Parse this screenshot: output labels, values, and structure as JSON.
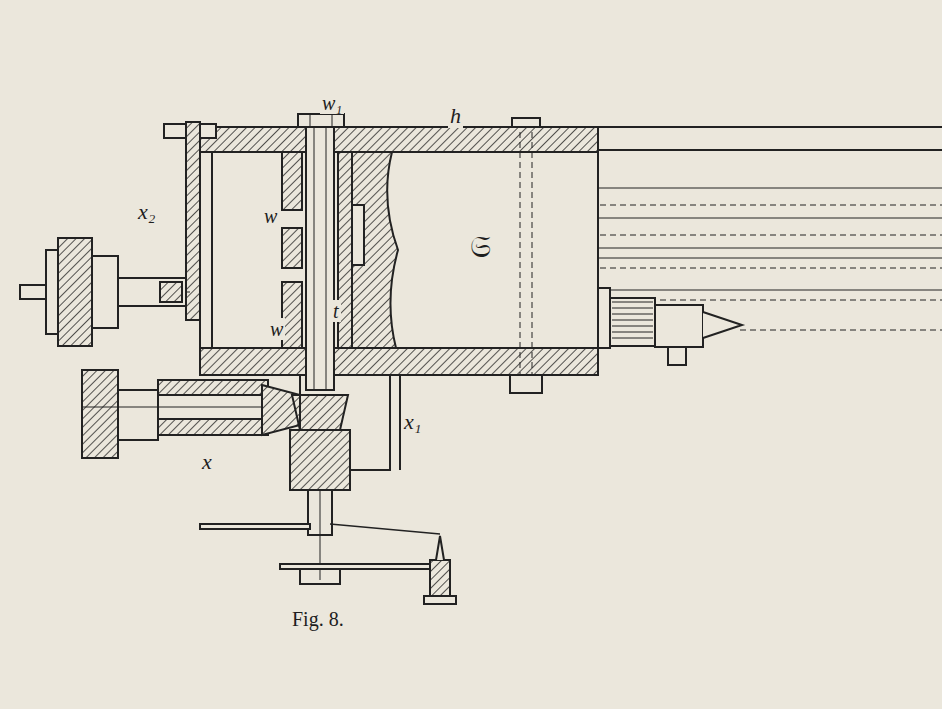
{
  "diagram": {
    "labels": [
      "w₁",
      "h",
      "x₂",
      "w",
      "𝔖",
      "w",
      "t",
      "x₁",
      "x",
      "Fig. 8."
    ]
  }
}
